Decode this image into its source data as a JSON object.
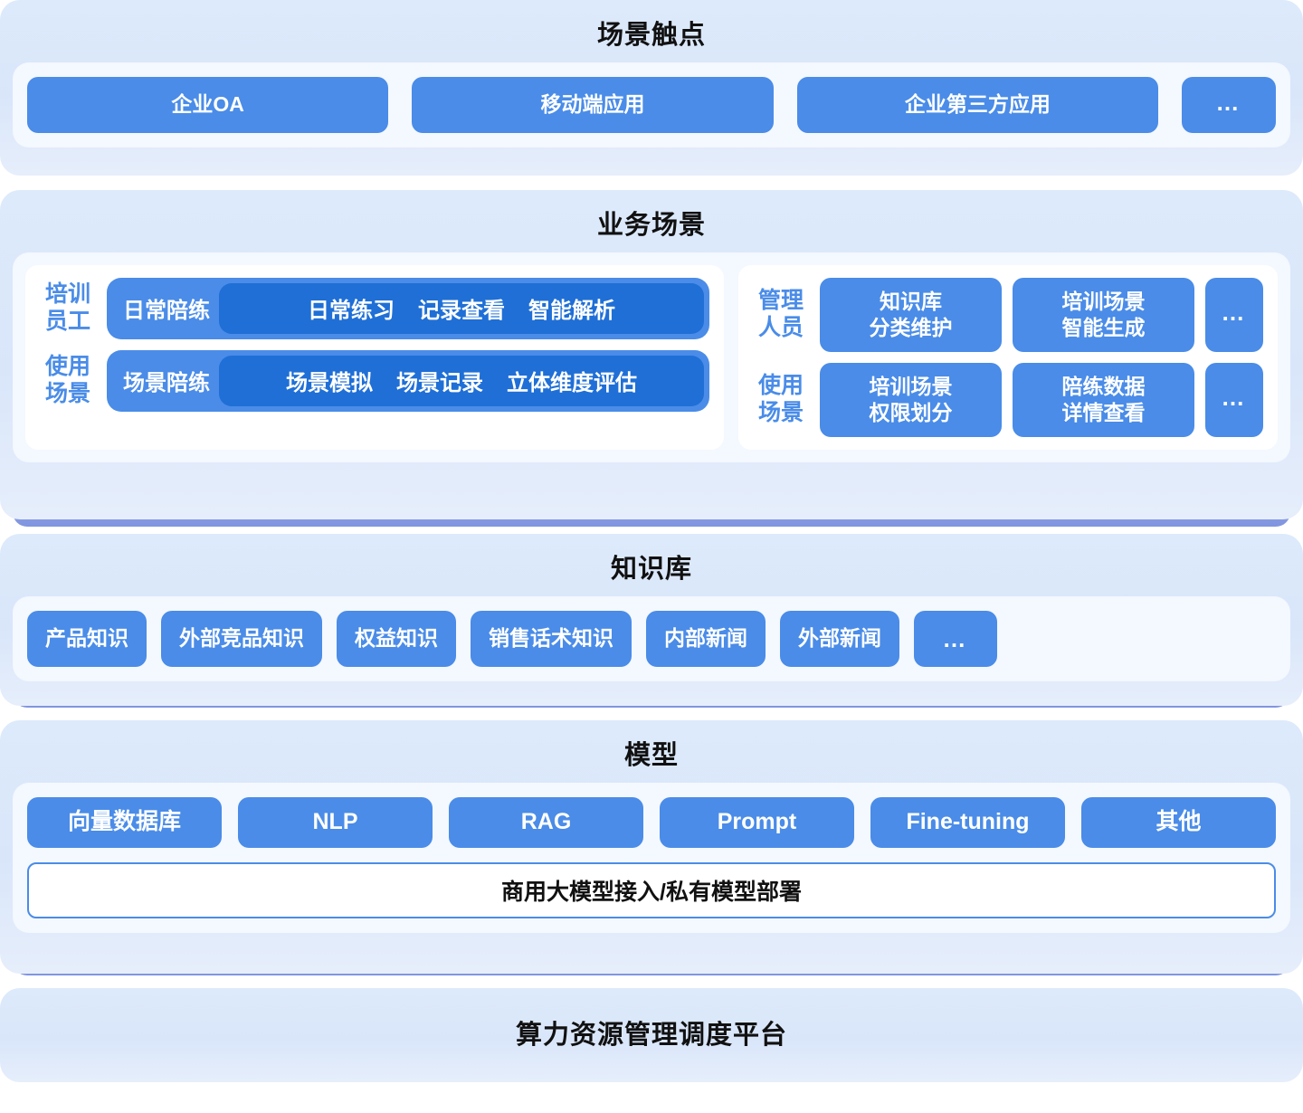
{
  "colors": {
    "pill_blue": "#4a8ce8",
    "pill_blue_dark": "#1f6fd6",
    "panel_bg": "#ddeafb",
    "card_bg": "#f4f8ff",
    "shelf": "#8094df",
    "title_text": "#111111"
  },
  "layers": {
    "touchpoints": {
      "title": "场景触点",
      "items": [
        {
          "label": "企业OA"
        },
        {
          "label": "移动端应用"
        },
        {
          "label": "企业第三方应用"
        },
        {
          "label": "…"
        }
      ]
    },
    "business": {
      "title": "业务场景",
      "left_group": {
        "rows": [
          {
            "label": "培训\n员工",
            "head": "日常陪练",
            "tags": [
              "日常练习",
              "记录查看",
              "智能解析"
            ]
          },
          {
            "label": "使用\n场景",
            "head": "场景陪练",
            "tags": [
              "场景模拟",
              "场景记录",
              "立体维度评估"
            ]
          }
        ]
      },
      "right_group": {
        "rows": [
          {
            "label": "管理\n人员",
            "items": [
              "知识库\n分类维护",
              "培训场景\n智能生成"
            ],
            "more": "…"
          },
          {
            "label": "使用\n场景",
            "items": [
              "培训场景\n权限划分",
              "陪练数据\n详情查看"
            ],
            "more": "…"
          }
        ]
      }
    },
    "knowledge": {
      "title": "知识库",
      "items": [
        {
          "label": "产品知识"
        },
        {
          "label": "外部竞品知识"
        },
        {
          "label": "权益知识"
        },
        {
          "label": "销售话术知识"
        },
        {
          "label": "内部新闻"
        },
        {
          "label": "外部新闻"
        },
        {
          "label": "…"
        }
      ]
    },
    "model": {
      "title": "模型",
      "items": [
        {
          "label": "向量数据库"
        },
        {
          "label": "NLP"
        },
        {
          "label": "RAG"
        },
        {
          "label": "Prompt"
        },
        {
          "label": "Fine-tuning"
        },
        {
          "label": "其他"
        }
      ],
      "footer": "商用大模型接入/私有模型部署"
    },
    "platform": {
      "title": "算力资源管理调度平台"
    }
  }
}
